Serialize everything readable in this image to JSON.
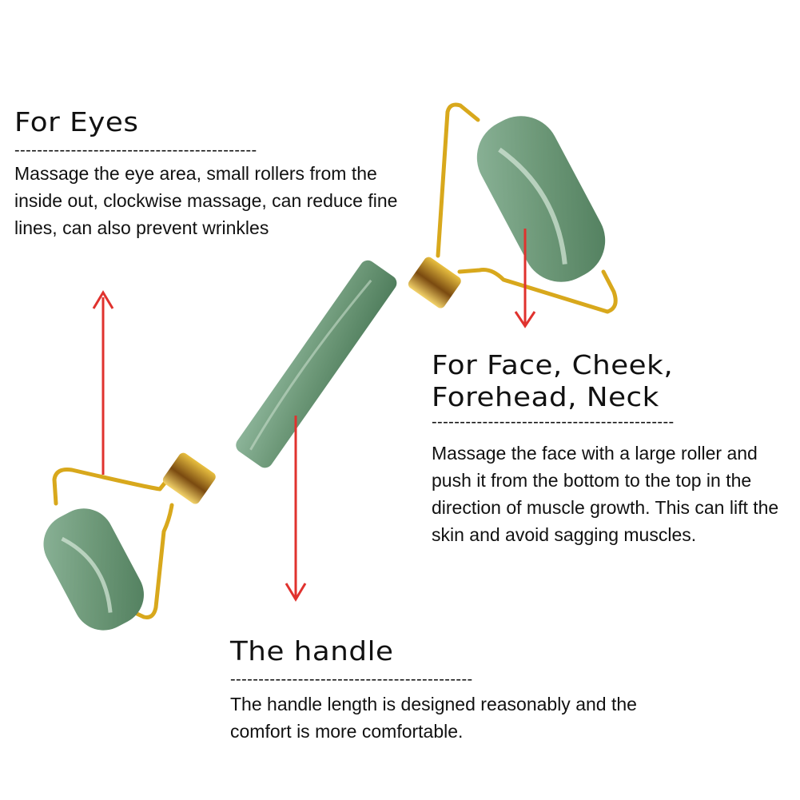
{
  "sections": {
    "eyes": {
      "title": "For Eyes",
      "divider": "-------------------------------------------",
      "text": "Massage the eye area, small rollers from the inside out, clockwise massage, can reduce fine lines, can also prevent wrinkles"
    },
    "face": {
      "title_line1": "For Face, Cheek,",
      "title_line2": "Forehead, Neck",
      "divider": "-------------------------------------------",
      "text": "Massage the face with a large roller and push it from the bottom to the top in the direction of muscle growth. This can lift the skin and avoid sagging muscles."
    },
    "handle": {
      "title": "The handle",
      "divider": "-------------------------------------------",
      "text": "The handle length is designed reasonably and the comfort is more comfortable."
    }
  },
  "colors": {
    "jade": "#6f9a78",
    "gold": "#d8a81c",
    "arrow": "#e0322e"
  }
}
